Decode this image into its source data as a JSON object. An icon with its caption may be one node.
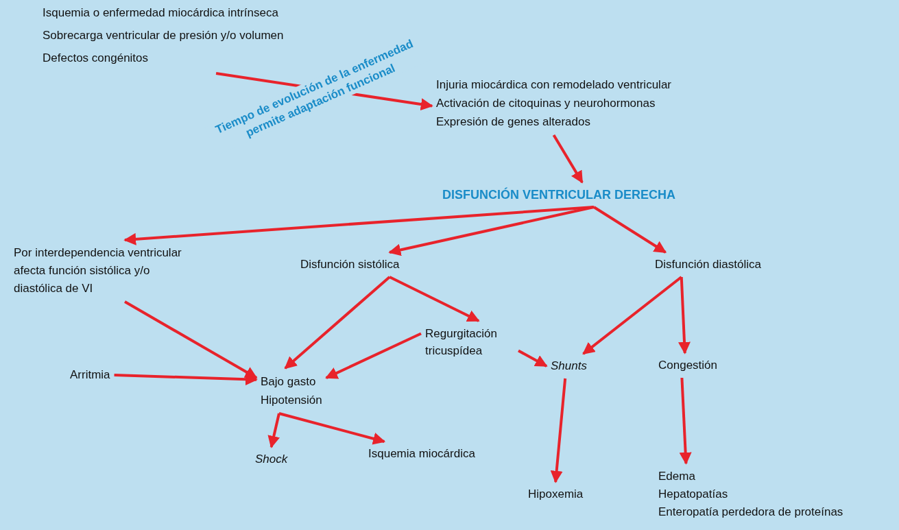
{
  "diagram": {
    "nodes": [
      {
        "text": [
          "Isquemia o enfermedad miocárdica intrínseca",
          "Sobrecarga ventricular de presión y/o volumen",
          "Defectos congénitos"
        ]
      },
      {
        "text": [
          "Injuria miocárdica con remodelado ventricular",
          "Activación de citoquinas y neurohormonas",
          "Expresión de genes alterados"
        ]
      },
      {
        "text": [
          "DISFUNCIÓN VENTRICULAR DERECHA"
        ]
      },
      {
        "text": [
          "Por interdependencia ventricular afecta función sistólica y/o diastólica de VI"
        ]
      },
      {
        "text": [
          "Disfunción sistólica"
        ]
      },
      {
        "text": [
          "Disfunción diastólica"
        ]
      },
      {
        "text": [
          "Regurgitación tricuspídea"
        ]
      },
      {
        "text": [
          "Arritmia"
        ]
      },
      {
        "text": [
          "Bajo gasto",
          "Hipotensión"
        ]
      },
      {
        "text": [
          "Shunts"
        ]
      },
      {
        "text": [
          "Congestión"
        ]
      },
      {
        "text": [
          "Shock"
        ]
      },
      {
        "text": [
          "Isquemia miocárdica"
        ]
      },
      {
        "text": [
          "Hipoxemia"
        ]
      },
      {
        "text": [
          "Edema",
          "Hepatopatías",
          "Enteropatía perdedora de proteínas"
        ]
      }
    ],
    "edges": [
      {
        "from": 0,
        "to": 1,
        "arrow": "to",
        "label": "Tiempo de evolución de la enfermedad permite adaptación funcional"
      },
      {
        "from": 1,
        "to": 2,
        "arrow": "to"
      },
      {
        "from": 2,
        "to": 3,
        "arrow": "to"
      },
      {
        "from": 2,
        "to": 4,
        "arrow": "to"
      },
      {
        "from": 2,
        "to": 5,
        "arrow": "to"
      },
      {
        "from": 3,
        "to": 8,
        "arrow": "to"
      },
      {
        "from": 7,
        "to": 8,
        "arrow": "to"
      },
      {
        "from": 4,
        "to": 8,
        "arrow": "to"
      },
      {
        "from": 4,
        "to": 6,
        "arrow": "to"
      },
      {
        "from": 6,
        "to": 8,
        "arrow": "to"
      },
      {
        "from": 6,
        "to": 9,
        "arrow": "to"
      },
      {
        "from": 5,
        "to": 9,
        "arrow": "to"
      },
      {
        "from": 5,
        "to": 10,
        "arrow": "to"
      },
      {
        "from": 8,
        "to": 11,
        "arrow": "to"
      },
      {
        "from": 8,
        "to": 12,
        "arrow": "to"
      },
      {
        "from": 9,
        "to": 13,
        "arrow": "to"
      },
      {
        "from": 10,
        "to": 14,
        "arrow": "to"
      }
    ]
  }
}
